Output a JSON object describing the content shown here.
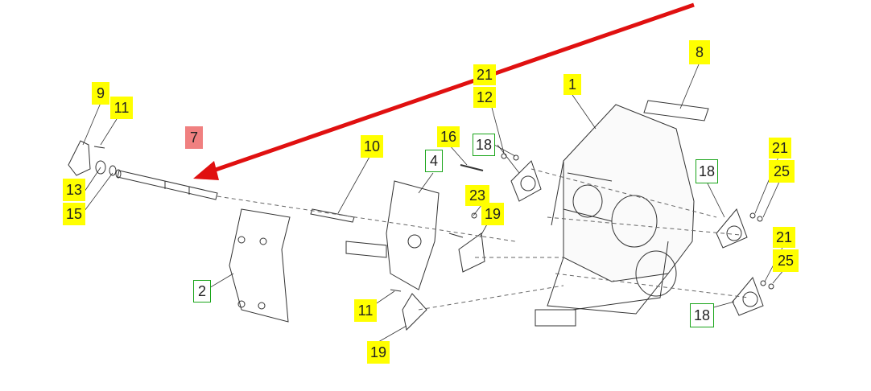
{
  "diagram": {
    "colors": {
      "highlight_yellow": "#ffff00",
      "box_green": "#1aa51a",
      "selected_red": "#f08080",
      "arrow_red": "#e01010",
      "line": "#333333"
    },
    "callouts": [
      {
        "id": "c1",
        "label": "1",
        "style": "yellow"
      },
      {
        "id": "c2",
        "label": "2",
        "style": "green"
      },
      {
        "id": "c4",
        "label": "4",
        "style": "green"
      },
      {
        "id": "c7",
        "label": "7",
        "style": "red",
        "selected": true
      },
      {
        "id": "c8",
        "label": "8",
        "style": "yellow"
      },
      {
        "id": "c9",
        "label": "9",
        "style": "yellow"
      },
      {
        "id": "c10",
        "label": "10",
        "style": "yellow"
      },
      {
        "id": "c11a",
        "label": "11",
        "style": "yellow"
      },
      {
        "id": "c11b",
        "label": "11",
        "style": "yellow"
      },
      {
        "id": "c12",
        "label": "12",
        "style": "yellow"
      },
      {
        "id": "c13",
        "label": "13",
        "style": "yellow"
      },
      {
        "id": "c15",
        "label": "15",
        "style": "yellow"
      },
      {
        "id": "c16",
        "label": "16",
        "style": "yellow"
      },
      {
        "id": "c18a",
        "label": "18",
        "style": "green"
      },
      {
        "id": "c18b",
        "label": "18",
        "style": "green"
      },
      {
        "id": "c18c",
        "label": "18",
        "style": "green"
      },
      {
        "id": "c19a",
        "label": "19",
        "style": "yellow"
      },
      {
        "id": "c19b",
        "label": "19",
        "style": "yellow"
      },
      {
        "id": "c21a",
        "label": "21",
        "style": "yellow"
      },
      {
        "id": "c21b",
        "label": "21",
        "style": "yellow"
      },
      {
        "id": "c21c",
        "label": "21",
        "style": "yellow"
      },
      {
        "id": "c23",
        "label": "23",
        "style": "yellow"
      },
      {
        "id": "c25a",
        "label": "25",
        "style": "yellow"
      },
      {
        "id": "c25b",
        "label": "25",
        "style": "yellow"
      }
    ]
  }
}
